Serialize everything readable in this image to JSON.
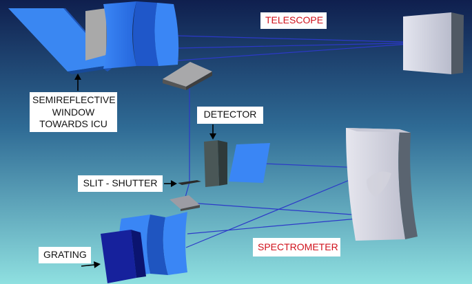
{
  "labels": {
    "telescope": "TELESCOPE",
    "semireflective_window": [
      "SEMIREFLECTIVE",
      "WINDOW",
      "TOWARDS ICU"
    ],
    "detector": "DETECTOR",
    "slit_shutter": "SLIT - SHUTTER",
    "spectrometer": "SPECTROMETER",
    "grating": "GRATING"
  },
  "colors": {
    "background_top": "#0f1f4e",
    "background_bottom": "#8fe0e0",
    "optical_blue": "#2f7af0",
    "grating_navy": "#16219c",
    "ray_line": "#2c39c8",
    "mirror_face": "#c9cad8",
    "mirror_side": "#505964",
    "label_red": "#d0101a",
    "label_dark": "#111111"
  }
}
